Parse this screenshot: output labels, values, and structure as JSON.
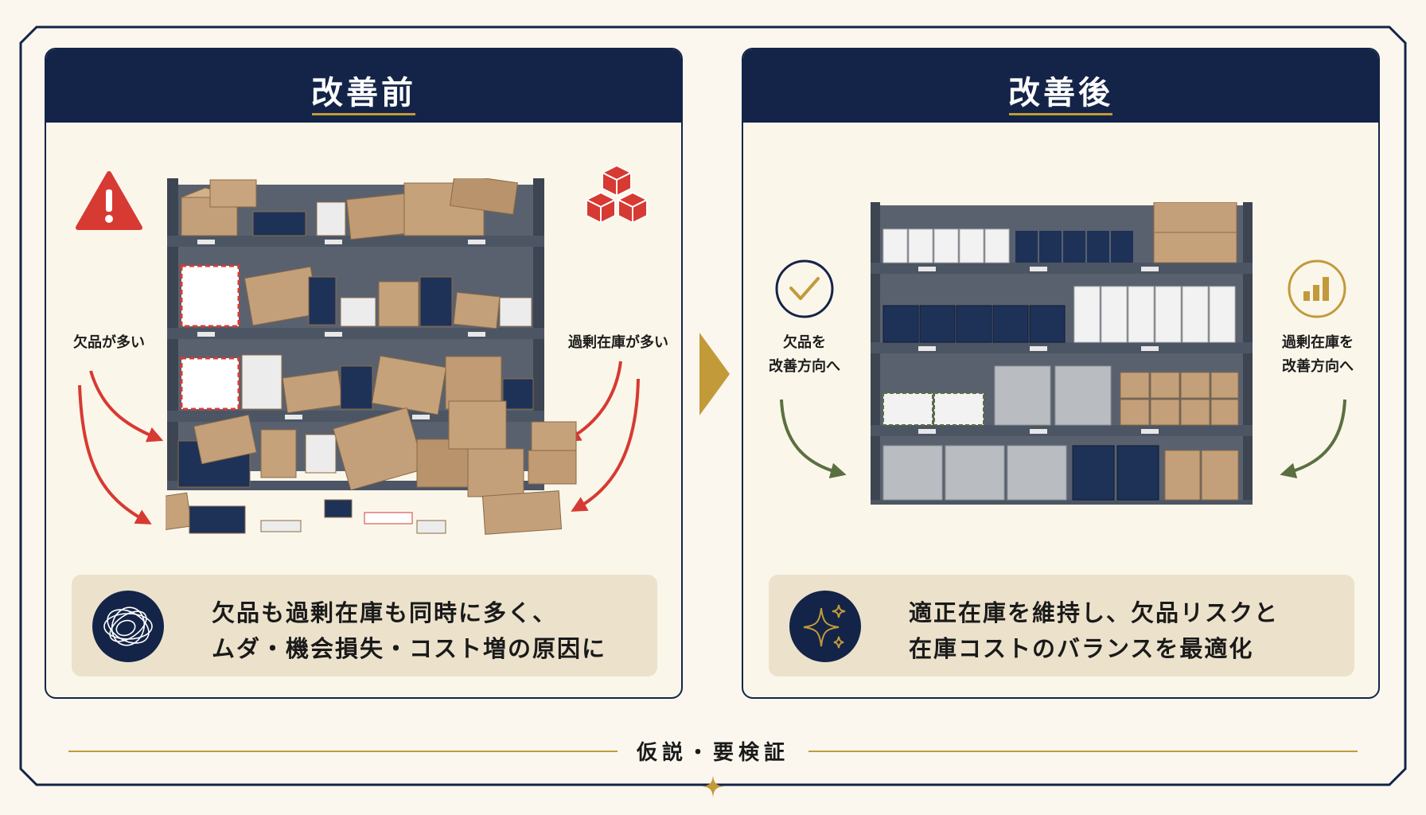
{
  "before": {
    "title": "改善前",
    "left_label": "欠品が多い",
    "right_label": "過剰在庫が多い",
    "caption": "欠品も過剰在庫も同時に多く、\nムダ・機会損失・コスト増の原因に"
  },
  "after": {
    "title": "改善後",
    "left_label": "欠品を\n改善方向へ",
    "right_label": "過剰在庫を\n改善方向へ",
    "caption": "適正在庫を維持し、欠品リスクと\n在庫コストのバランスを最適化"
  },
  "footer": {
    "note": "仮説・要検証"
  },
  "colors": {
    "navy": "#142448",
    "gold": "#c29a3a",
    "warning_red": "#d63a32",
    "improve_green": "#5a7040",
    "cardboard": "#c4a07a",
    "shelf_steel": "#4c5564"
  },
  "icons": {
    "before_left": "warning-icon",
    "before_right": "stacked-boxes-icon",
    "before_caption": "tangled-lines-icon",
    "after_left": "check-circle-icon",
    "after_right": "bar-chart-circle-icon",
    "after_caption": "sparkle-icon"
  }
}
